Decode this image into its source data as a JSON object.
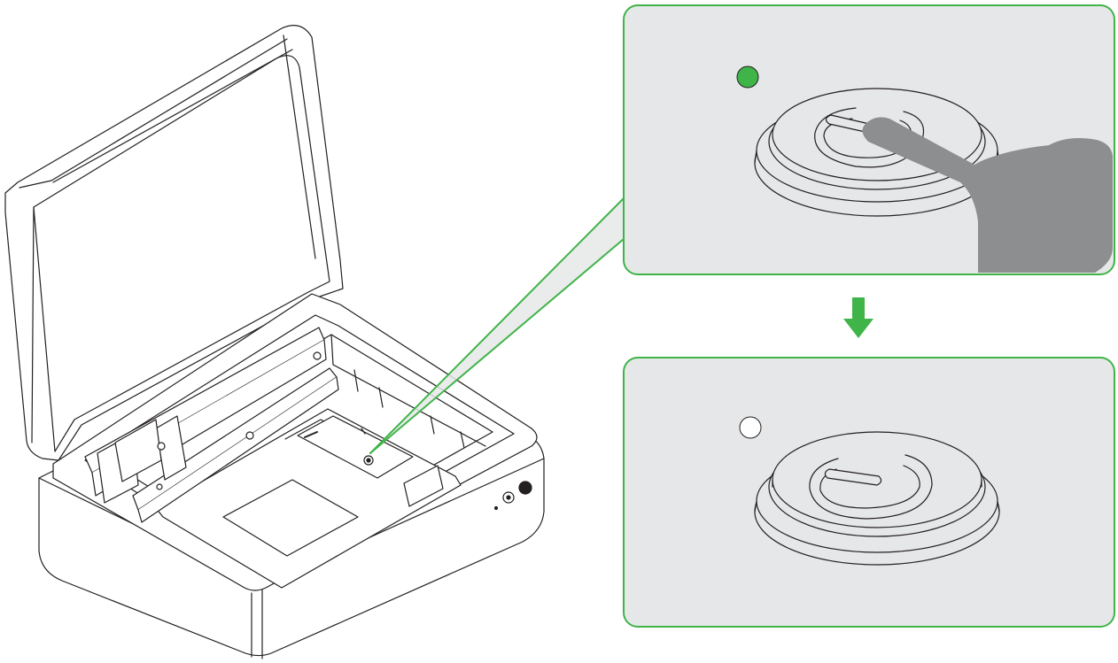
{
  "diagram": {
    "kind": "instruction-illustration",
    "colors": {
      "accent": "#3fb449",
      "panel_fill": "#e6e7e8",
      "line": "#231f20",
      "finger": "#8d8e90",
      "led_on": "#3fb449",
      "led_off": "#ffffff"
    },
    "device": {
      "name": "laser-engraver",
      "lid": "open",
      "icon": "power-button-icon"
    },
    "panels": [
      {
        "name": "before",
        "led_state": "on",
        "finger_pressing": true
      },
      {
        "name": "after",
        "led_state": "off",
        "finger_pressing": false
      }
    ],
    "transition": {
      "icon": "arrow-down-icon",
      "direction": "down"
    }
  }
}
